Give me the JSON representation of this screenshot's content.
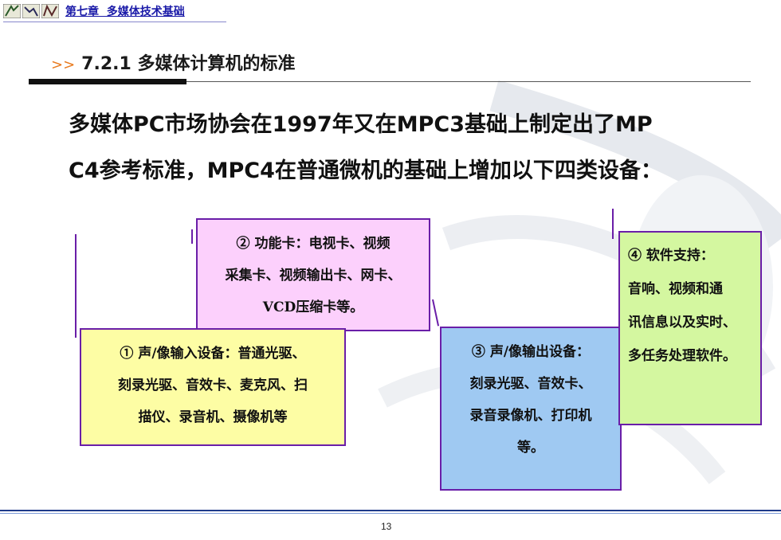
{
  "header": {
    "chapter_title": "第七章  多媒体技术基础"
  },
  "section": {
    "arrows": ">>",
    "title": "7.2.1 多媒体计算机的标准"
  },
  "intro": {
    "line1": "多媒体PC市场协会在1997年又在MPC3基础上制定出了MP",
    "line2": "C4参考标准，MPC4在普通微机的基础上增加以下四类设备："
  },
  "boxes": {
    "b1": {
      "text": "① 声/像输入设备：普通光驱、\n刻录光驱、音效卡、麦克风、扫\n描仪、录音机、摄像机等",
      "color": "#fdfda4"
    },
    "b2": {
      "text": "② 功能卡：电视卡、视频\n采集卡、视频输出卡、网卡、\nVCD压缩卡等。",
      "color": "#fcd0fc"
    },
    "b3": {
      "text": "③ 声/像输出设备：\n刻录光驱、音效卡、\n录音录像机、打印机\n等。",
      "color": "#9fc9f2"
    },
    "b4": {
      "text": "④ 软件支持：\n音响、视频和通\n讯信息以及实时、\n多任务处理软件。",
      "color": "#d4f7a0"
    }
  },
  "footer": {
    "page_number": "13"
  },
  "colors": {
    "border_purple": "#6a1ea8",
    "header_blue": "#1a1aa8",
    "arrow_orange": "#e87a1e"
  },
  "icons": [
    "pen-logo-icon",
    "pen-logo-icon",
    "pen-logo-icon"
  ]
}
